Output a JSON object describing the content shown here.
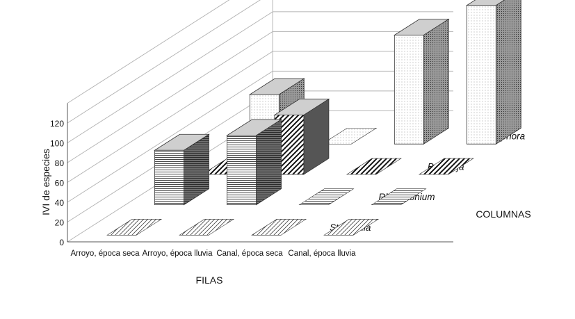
{
  "chart_data": {
    "type": "bar",
    "variant": "3d-grouped",
    "title": "",
    "xlabel": "FILAS",
    "ylabel": "IVI de especies",
    "zlabel": "COLUMNAS",
    "ylim": [
      0,
      140
    ],
    "yticks": [
      "0",
      "20",
      "40",
      "60",
      "80",
      "100",
      "120"
    ],
    "grid": true,
    "categories": [
      "Arroyo, época seca",
      "Arroyo, época lluvia",
      "Canal, época seca",
      "Canal, época lluvia"
    ],
    "series": [
      {
        "name": "Stuckenia",
        "pattern": "diagonal-hatch",
        "values": [
          0,
          0,
          0,
          0
        ]
      },
      {
        "name": "Rhizoclonium",
        "pattern": "horizontal-lines",
        "values": [
          55,
          70,
          0,
          0
        ]
      },
      {
        "name": "Buddleja",
        "pattern": "diagonal-stripes",
        "values": [
          0,
          60,
          0,
          0
        ]
      },
      {
        "name": "Cladophora",
        "pattern": "dots",
        "values": [
          50,
          0,
          110,
          140
        ]
      }
    ],
    "colors": {
      "stroke": "#333333",
      "grid": "#b5b5b5",
      "top": "#cfcfcf",
      "side": "#8a8a8a"
    }
  }
}
